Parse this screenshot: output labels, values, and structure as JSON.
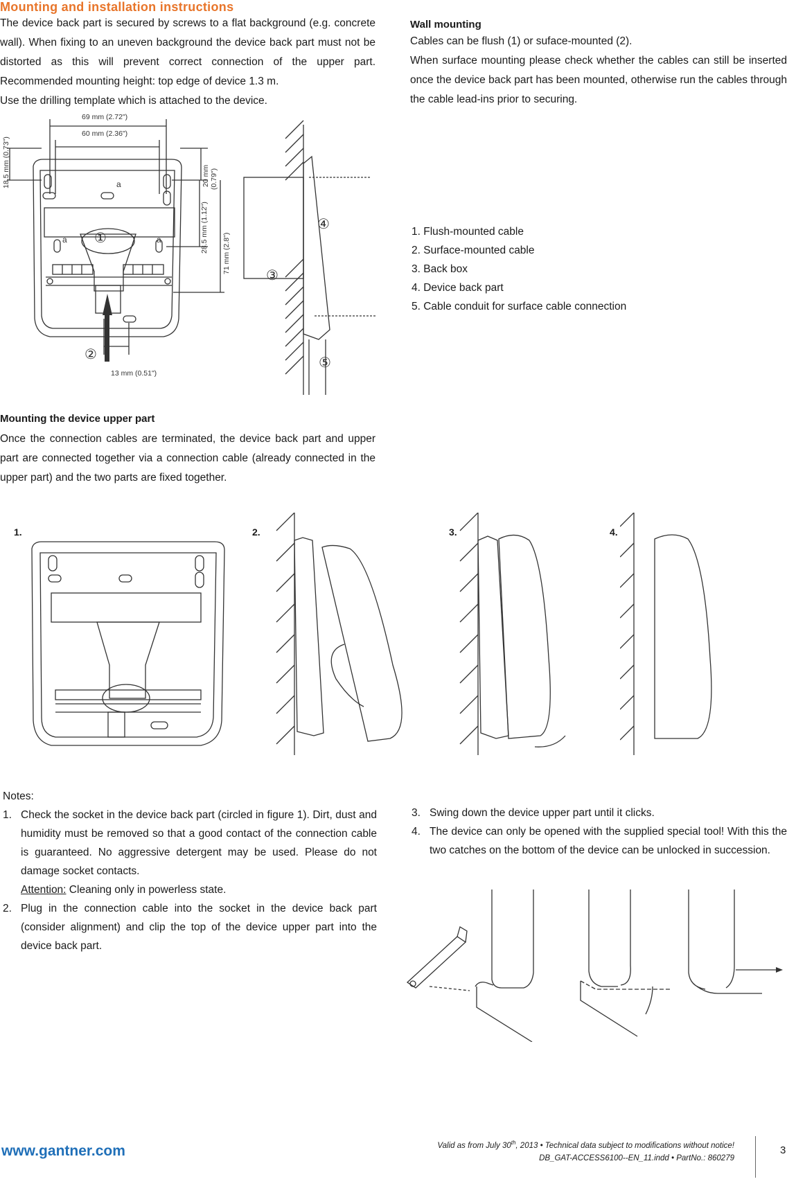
{
  "left_section": {
    "title": "Mounting and installation instructions",
    "paragraph_1": "The device back part is secured by screws to a flat background (e.g. concrete wall). When fixing to an uneven background the device back part must not be distorted as this will prevent correct connection of the upper part. Recommended mounting height: top edge of device 1.3 m.",
    "paragraph_2": "Use the drilling template which is attached to the device."
  },
  "wall_mounting": {
    "title": "Wall mounting",
    "paragraph_1": "Cables can be flush (1) or suface-mounted (2).",
    "paragraph_2": "When surface mounting please check whether the cables can still be inserted once the device back part has been mounted, otherwise run the cables through the cable lead-ins prior to securing."
  },
  "legend": [
    "1. Flush-mounted cable",
    "2. Surface-mounted cable",
    "3. Back box",
    "4. Device back part",
    "5. Cable conduit for surface cable connection"
  ],
  "drawing_1": {
    "dim_69": "69 mm (2.72\")",
    "dim_60": "60 mm (2.36\")",
    "dim_18_5": "18.5 mm (0.73\")",
    "dim_20": "20 mm",
    "dim_20_in": "(0.79\")",
    "dim_28_5": "28.5 mm (1.12\")",
    "dim_71": "71 mm (2.8\")",
    "dim_13": "13 mm (0.51\")",
    "label_a": "a",
    "marker_1": "①",
    "marker_2": "②",
    "marker_3": "③",
    "marker_4": "④",
    "marker_5": "⑤"
  },
  "upper_part": {
    "title": "Mounting the device upper part",
    "paragraph": "Once the connection cables are terminated, the device back part and upper part are connected together via a connection cable (already connected in the upper part) and the two parts are fixed together."
  },
  "figure_labels": [
    "1.",
    "2.",
    "3.",
    "4."
  ],
  "notes": {
    "title": "Notes:",
    "items": [
      {
        "num": "1.",
        "text": "Check the socket in the device back part (circled in figure 1). Dirt, dust and humidity must be removed so that a good contact of the connection cable is guaranteed. No aggressive detergent may be used. Please do not damage socket contacts."
      },
      {
        "num": "2.",
        "text": "Plug in the connection cable into the socket in the device back part (consider alignment) and clip the top of the device upper part into the device back part."
      },
      {
        "num": "3.",
        "text": "Swing down the device upper part until it clicks."
      },
      {
        "num": "4.",
        "text": "The device can only be opened with the supplied special tool! With this the two catches on the bottom of the device can be unlocked in succession."
      }
    ],
    "attention_label": "Attention:",
    "attention_text": " Cleaning only in powerless state."
  },
  "footer": {
    "url": "www.gantner.com",
    "line_1_pre": "Valid as from July 30",
    "line_1_sup": "th",
    "line_1_post": ", 2013 • Technical data subject to modifications without notice!",
    "line_2": "DB_GAT-ACCESS6100--EN_11.indd • PartNo.: 860279",
    "page_number": "3"
  },
  "colors": {
    "heading_orange": "#e8752a",
    "link_blue": "#1f6fb8",
    "line_art": "#333333"
  }
}
